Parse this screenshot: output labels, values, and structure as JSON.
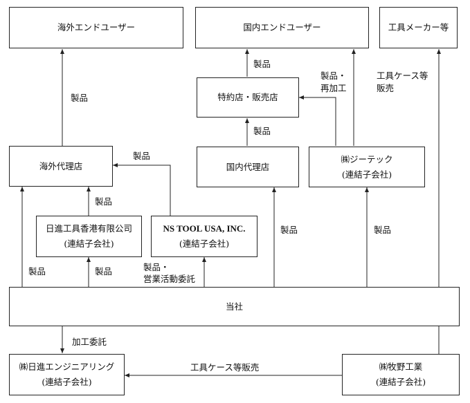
{
  "boxes": {
    "overseas_end_users": "海外エンドユーザー",
    "domestic_end_users": "国内エンドユーザー",
    "tool_makers": "工具メーカー等",
    "special_stores": "特約店・販売店",
    "overseas_agents": "海外代理店",
    "domestic_agents": "国内代理店",
    "g_tech_name": "㈱ジーテック",
    "g_tech_sub": "(連結子会社)",
    "hk_name": "日進工具香港有限公司",
    "hk_sub": "(連結子会社)",
    "ns_usa_name": "NS TOOL USA, INC.",
    "ns_usa_sub": "(連結子会社)",
    "company": "当社",
    "engineering_name": "㈱日進エンジニアリング",
    "engineering_sub": "(連結子会社)",
    "makino_name": "㈱牧野工業",
    "makino_sub": "(連結子会社)"
  },
  "labels": {
    "products": "製品",
    "products_rework_1": "製品・",
    "products_rework_2": "再加工",
    "tool_case_sales_1": "工具ケース等",
    "tool_case_sales_2": "販売",
    "products_sales_1": "製品・",
    "products_sales_2": "営業活動委託",
    "processing_outsource": "加工委託",
    "tool_case_sales": "工具ケース等販売"
  }
}
